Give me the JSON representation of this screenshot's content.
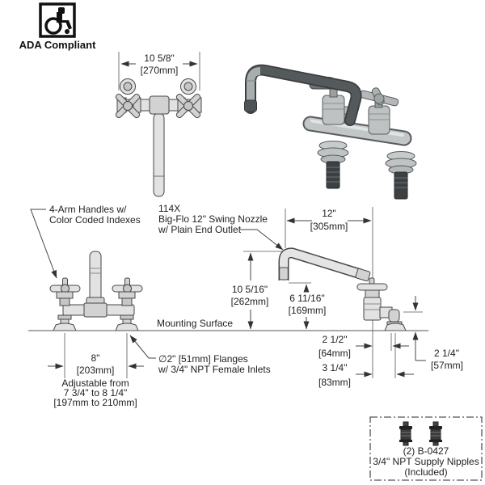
{
  "ada": {
    "label": "ADA Compliant"
  },
  "callouts": {
    "handles1": "4-Arm Handles w/",
    "handles2": "Color Coded Indexes",
    "nozzle1": "114X",
    "nozzle2": "Big-Flo 12\" Swing Nozzle",
    "nozzle3": "w/ Plain End Outlet",
    "mounting": "Mounting Surface",
    "flanges1": "∅2\" [51mm] Flanges",
    "flanges2": "w/ 3/4\" NPT Female Inlets"
  },
  "plan": {
    "dim_in": "10 5/8\"",
    "dim_mm": "[270mm]"
  },
  "side": {
    "nozzle_in": "12\"",
    "nozzle_mm": "[305mm]",
    "height_in": "10 5/16\"",
    "height_mm": "[262mm]",
    "clear_in": "6 11/16\"",
    "clear_mm": "[169mm]",
    "off1_in": "2 1/2\"",
    "off1_mm": "[64mm]",
    "off2_in": "3 1/4\"",
    "off2_mm": "[83mm]",
    "inlet_in": "2 1/4\"",
    "inlet_mm": "[57mm]"
  },
  "front": {
    "centers_in": "8\"",
    "centers_mm": "[203mm]",
    "adj1": "Adjustable from",
    "adj2": "7 3/4\" to 8 1/4\"",
    "adj3": "[197mm to 210mm]"
  },
  "supply_box": {
    "line1": "(2) B-0427",
    "line2": "3/4\" NPT Supply Nipples",
    "line3": "(Included)"
  },
  "colors": {
    "line": "#444444",
    "text": "#222222",
    "metal_light": "#e2e2e2",
    "render_dark": "#4e5355",
    "nipple_dark": "#3a3e40"
  }
}
